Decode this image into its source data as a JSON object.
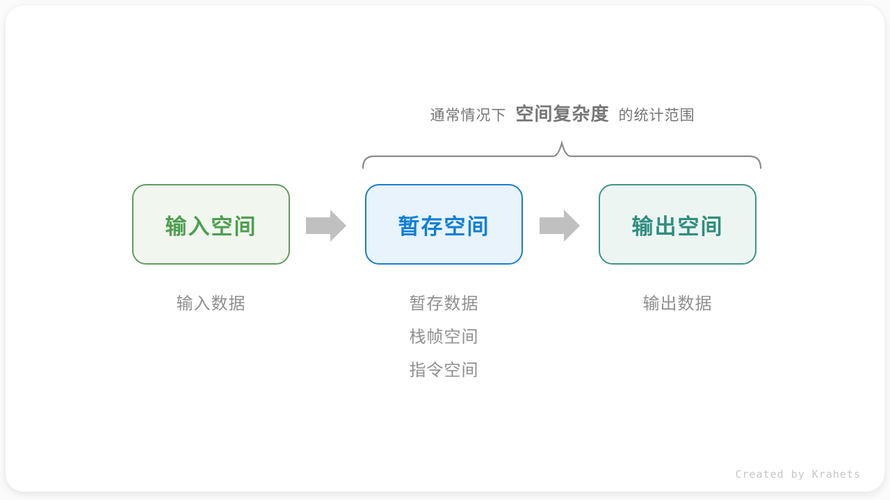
{
  "caption": {
    "prefix": "通常情况下",
    "highlight": "空间复杂度",
    "suffix": "的统计范围"
  },
  "boxes": [
    {
      "id": "input",
      "label": "输入空间"
    },
    {
      "id": "buffer",
      "label": "暂存空间"
    },
    {
      "id": "output",
      "label": "输出空间"
    }
  ],
  "notes": {
    "input": [
      "输入数据"
    ],
    "buffer": [
      "暂存数据",
      "栈帧空间",
      "指令空间"
    ],
    "output": [
      "输出数据"
    ]
  },
  "credit": "Created by Krahets",
  "icons": [
    "brace-icon",
    "arrow-right-icon",
    "arrow-right-icon"
  ],
  "colors": {
    "page_bg": "#fbfbfb",
    "card_bg": "#ffffff",
    "title_gray": "#767676",
    "brace_gray": "#8a8a8a",
    "arrow_gray": "#c0c0c0",
    "note_gray": "#8f8f8f",
    "credit_gray": "#c6c6c6",
    "green_border": "#5e9d5e",
    "green_bg": "#f1f7ef",
    "green_text": "#4e9e50",
    "blue_border": "#1a7dcc",
    "blue_bg": "#e8f3fb",
    "blue_text": "#0f7fd5",
    "teal_border": "#3b9488",
    "teal_bg": "#edf5f2",
    "teal_text": "#2f8d7e"
  }
}
